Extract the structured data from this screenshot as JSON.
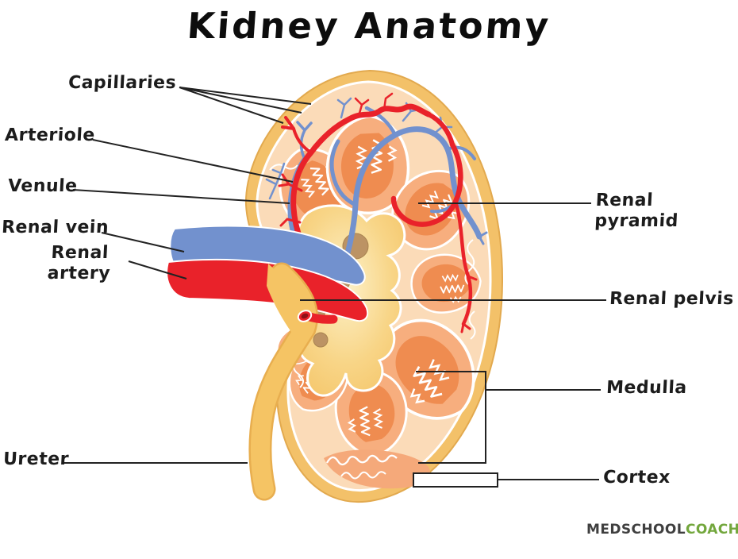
{
  "title": "Kidney Anatomy",
  "labels": {
    "capillaries": "Capillaries",
    "arteriole": "Arteriole",
    "venule": "Venule",
    "renal_vein": "Renal vein",
    "renal_artery": "Renal\nartery",
    "ureter": "Ureter",
    "renal_pyramid": "Renal pyramid",
    "renal_pelvis": "Renal pelvis",
    "medulla": "Medulla",
    "cortex": "Cortex"
  },
  "logo": {
    "brand_bold": "MEDSCHOOL",
    "brand_accent": "COACH"
  },
  "colors": {
    "artery_red": "#E9222A",
    "artery_cut_dark": "#8E1118",
    "vein_blue": "#7291CE",
    "ureter_yellow": "#F5C464",
    "ureter_edge": "#E8AE4F",
    "capsule_gold": "#F3C169",
    "cortex_peach": "#FBDBB8",
    "pyramid_orange": "#F7AE7E",
    "pyramid_inner_orange": "#EF8C50",
    "pelvis_gold": "#F4C263",
    "calyx_brown": "#BC9364",
    "leader_line": "#222222",
    "logo_green": "#4F9440",
    "logo_text_dark": "#3F3F3F",
    "logo_text_green": "#73A73D"
  }
}
